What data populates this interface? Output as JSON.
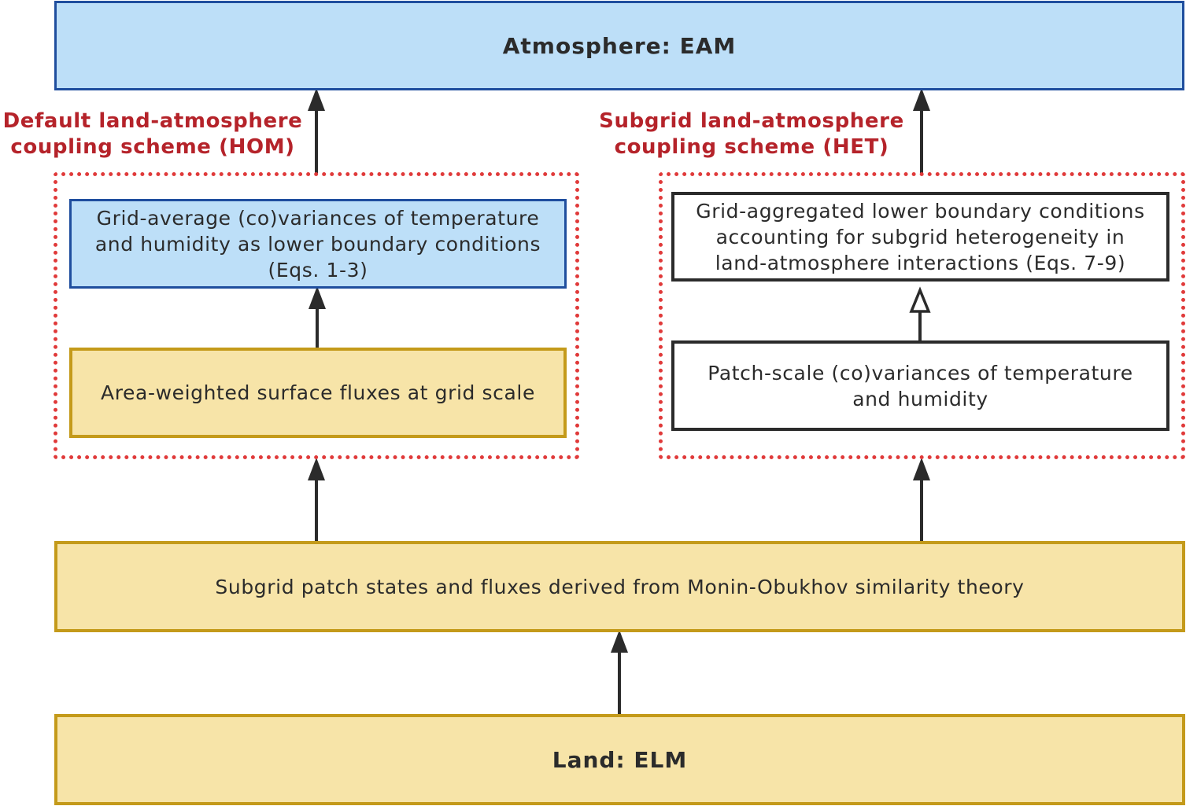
{
  "atmosphere": {
    "label": "Atmosphere: EAM"
  },
  "land": {
    "label": "Land: ELM"
  },
  "subgrid_patch": {
    "label": "Subgrid patch states and fluxes derived from Monin-Obukhov similarity theory"
  },
  "hom": {
    "scheme_label_line1": "Default land-atmosphere",
    "scheme_label_line2": "coupling scheme (HOM)",
    "upper_box_line1": "Grid-average (co)variances of temperature",
    "upper_box_line2": "and humidity as lower boundary conditions",
    "upper_box_line3": "(Eqs. 1-3)",
    "lower_box": "Area-weighted surface fluxes at grid scale"
  },
  "het": {
    "scheme_label_line1": "Subgrid land-atmosphere",
    "scheme_label_line2": "coupling scheme (HET)",
    "upper_box_line1": "Grid-aggregated lower boundary conditions",
    "upper_box_line2": "accounting for subgrid heterogeneity in",
    "upper_box_line3": "land-atmosphere interactions (Eqs. 7-9)",
    "lower_box_line1": "Patch-scale (co)variances of temperature",
    "lower_box_line2": "and humidity"
  },
  "colors": {
    "blue_fill": "#bddff8",
    "blue_border": "#1f4e9e",
    "yellow_fill": "#f7e4a8",
    "yellow_border": "#c49a1a",
    "scheme_label": "#b5232a",
    "dotted_border": "#e03a3a",
    "arrow": "#2b2b2b"
  }
}
